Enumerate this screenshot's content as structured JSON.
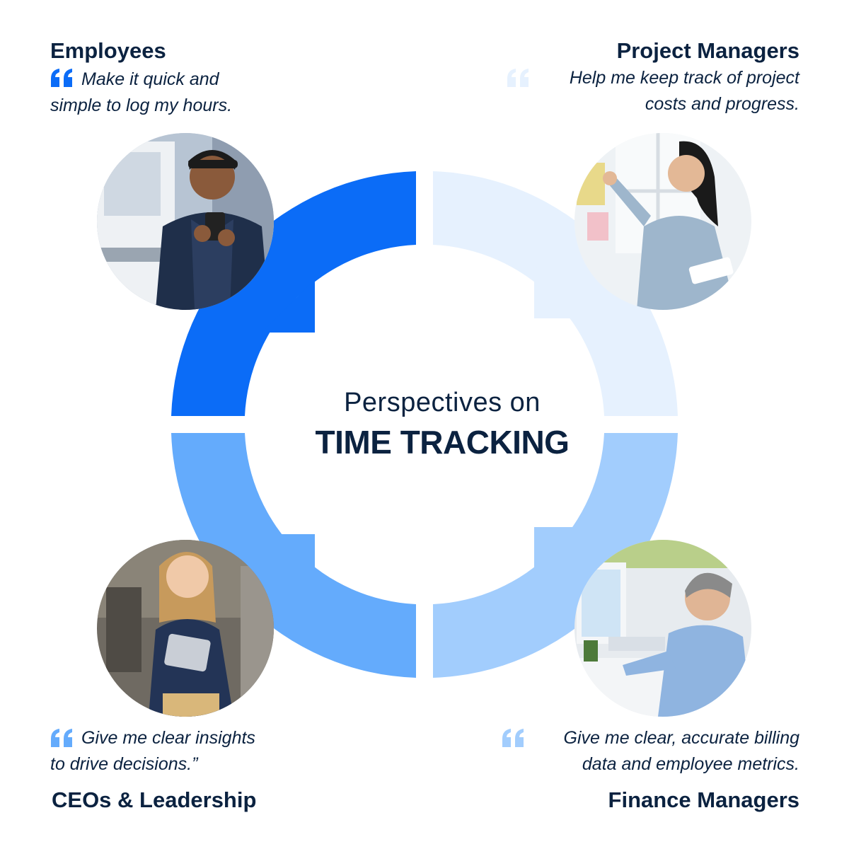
{
  "center": {
    "subtitle": "Perspectives on",
    "title": "TIME TRACKING"
  },
  "colors": {
    "seg_top_left": "#0b6cf7",
    "seg_top_right": "#e6f1fe",
    "seg_bottom_right": "#a2cdfd",
    "seg_bottom_left": "#64abfc",
    "text": "#0b2240",
    "quote_blue": "#0b6cf7",
    "quote_light": "#e6f1fe",
    "quote_mid": "#64abfc",
    "quote_soft": "#a2cdfd"
  },
  "personas": [
    {
      "id": "employees",
      "heading": "Employees",
      "quote_line1": "Make it quick and",
      "quote_line2": "simple to log my hours.",
      "photo": "employee-photo"
    },
    {
      "id": "project-managers",
      "heading": "Project Managers",
      "quote_line1": "Help me keep track of project",
      "quote_line2": "costs and progress.",
      "photo": "project-manager-photo"
    },
    {
      "id": "ceos",
      "heading": "CEOs & Leadership",
      "quote_line1": "Give me clear insights",
      "quote_line2": "to drive decisions.”",
      "photo": "ceo-photo"
    },
    {
      "id": "finance-managers",
      "heading": "Finance Managers",
      "quote_line1": "Give me clear, accurate billing",
      "quote_line2": "data and employee metrics.",
      "photo": "finance-manager-photo"
    }
  ]
}
